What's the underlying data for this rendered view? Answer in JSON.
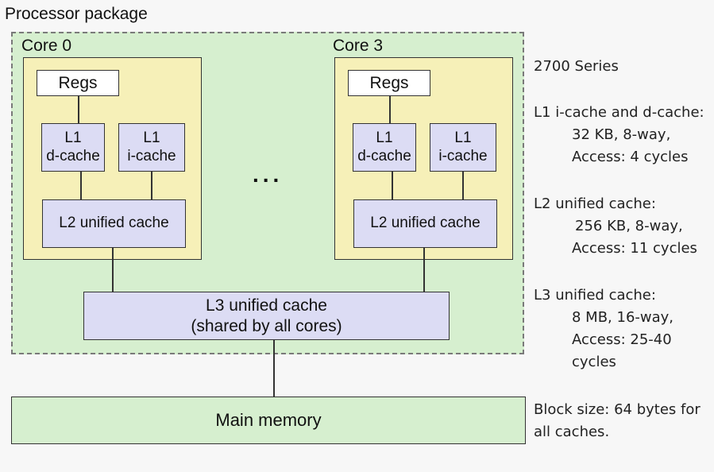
{
  "package": {
    "title": "Processor package"
  },
  "cores": [
    {
      "label": "Core 0",
      "regs": "Regs",
      "l1d_line1": "L1",
      "l1d_line2": "d-cache",
      "l1i_line1": "L1",
      "l1i_line2": "i-cache",
      "l2": "L2 unified cache"
    },
    {
      "label": "Core 3",
      "regs": "Regs",
      "l1d_line1": "L1",
      "l1d_line2": "d-cache",
      "l1i_line1": "L1",
      "l1i_line2": "i-cache",
      "l2": "L2 unified cache"
    }
  ],
  "ellipsis": "...",
  "l3": {
    "line1": "L3 unified cache",
    "line2": "(shared by all cores)"
  },
  "main_memory": "Main memory",
  "specs": {
    "series": "2700 Series",
    "l1": {
      "title": "L1 i-cache and d-cache:",
      "line1": "32 KB,  8-way,",
      "line2": "Access: 4 cycles"
    },
    "l2": {
      "title": "L2 unified cache:",
      "line1": "256 KB, 8-way,",
      "line2": "Access: 11 cycles"
    },
    "l3": {
      "title": "L3 unified cache:",
      "line1": "8 MB, 16-way,",
      "line2": "Access: 25-40",
      "line3": "cycles"
    },
    "block": {
      "line1": "Block size: 64 bytes for",
      "line2": "all caches."
    }
  }
}
